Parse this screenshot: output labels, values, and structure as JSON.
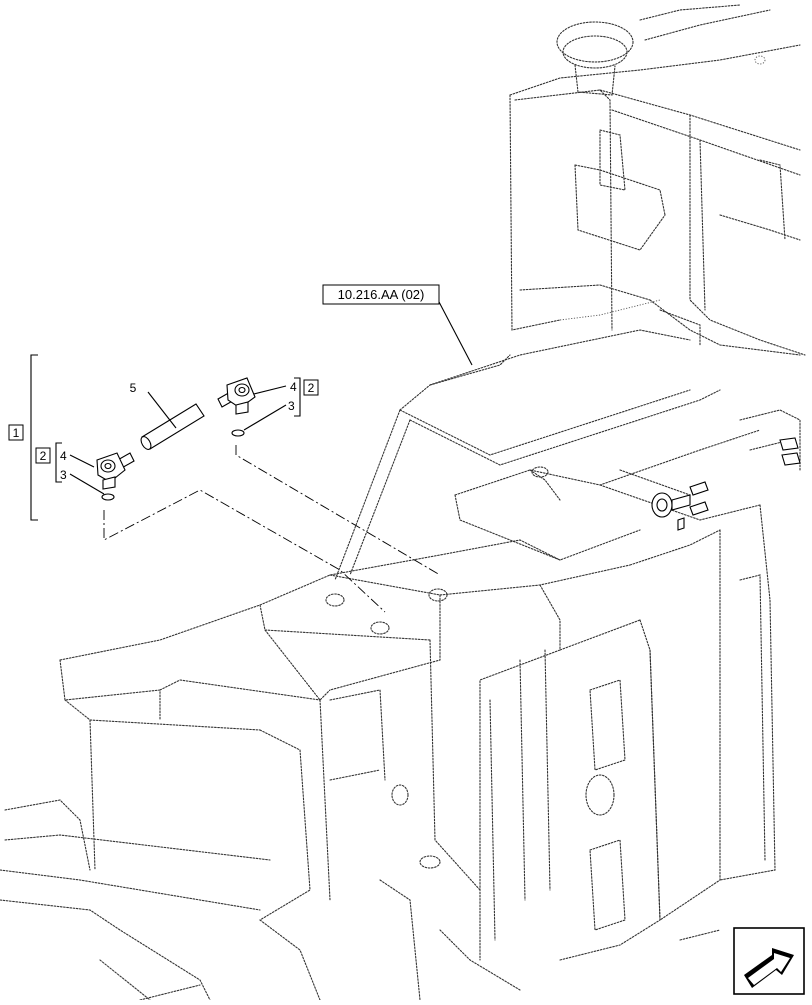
{
  "reference_label": "10.216.AA (02)",
  "callouts": {
    "kit": "1",
    "group_right": "2",
    "group_left": "2",
    "item_5": "5",
    "item_4_right": "4",
    "item_3_right": "3",
    "item_4_left": "4",
    "item_3_left": "3"
  },
  "icons": {
    "nav": "next-page-arrow-icon"
  },
  "colors": {
    "line": "#000000",
    "hidden_line": "#333333",
    "background": "#ffffff"
  }
}
